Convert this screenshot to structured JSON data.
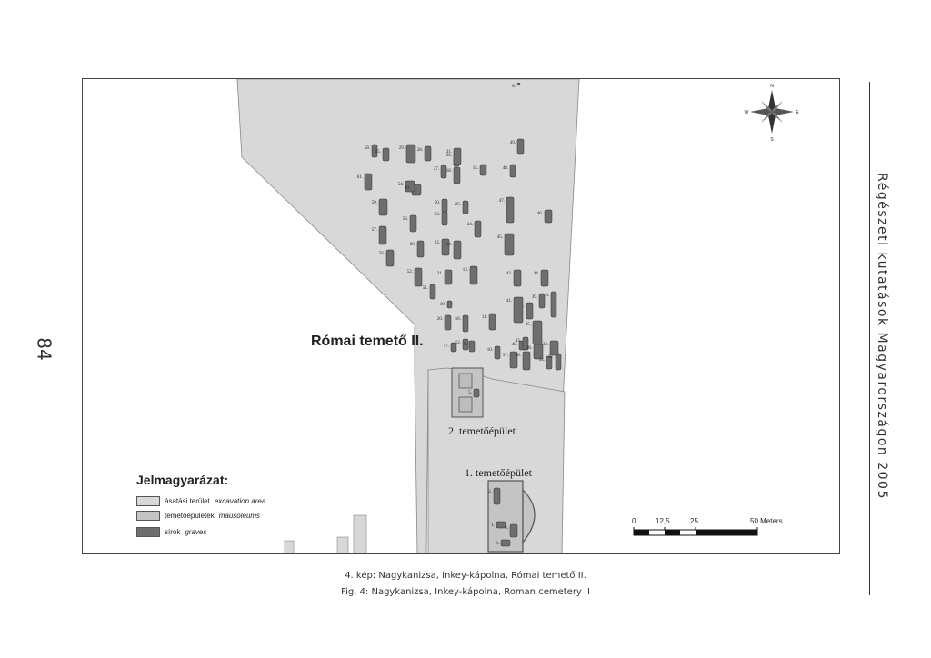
{
  "page_number": "84",
  "journal_title": "Régészeti kutatások Magyarországon 2005",
  "map": {
    "title": "Római temető II.",
    "building_labels": [
      "2. temetőépület",
      "1. temetőépület"
    ],
    "fill_colors": {
      "excavation": "#d8d8d8",
      "mausoleum": "#c4c4c4",
      "grave": "#6e6e6e",
      "background": "#ffffff"
    },
    "compass_letters": {
      "north": "N",
      "south": "S",
      "east": "E",
      "west": "W"
    },
    "grave_numbers": [
      "1.",
      "2.",
      "3.",
      "4.",
      "5.",
      "6.",
      "7.",
      "8.",
      "9.",
      "10.",
      "11.",
      "12.",
      "13.",
      "14.",
      "15.",
      "16.",
      "17.",
      "18.",
      "19.",
      "20.",
      "21.",
      "22.",
      "23.",
      "24.",
      "25.",
      "26.",
      "27.",
      "28.",
      "29.",
      "30.",
      "31.",
      "32.",
      "33.",
      "34.",
      "35.",
      "36.",
      "37.",
      "38.",
      "39.",
      "40.",
      "41.",
      "42.",
      "43.",
      "44.",
      "45.",
      "46.",
      "47.",
      "48.",
      "49.",
      "50.",
      "51.",
      "52.",
      "53.",
      "54.",
      "55.",
      "56.",
      "57.",
      "58.",
      "59.",
      "60.",
      "61."
    ]
  },
  "legend": {
    "title": "Jelmagyarázat:",
    "items": [
      {
        "hu": "ásatási terület",
        "en": "excavation area",
        "color": "#d8d8d8"
      },
      {
        "hu": "temetőépületek",
        "en": "mausoleums",
        "color": "#c4c4c4"
      },
      {
        "hu": "sírok",
        "en": "graves",
        "color": "#6e6e6e"
      }
    ]
  },
  "scale_bar": {
    "labels": [
      "0",
      "12,5",
      "25",
      "50 Meters"
    ]
  },
  "caption": {
    "hu": "4. kép: Nagykanizsa, Inkey-kápolna, Római temető II.",
    "en": "Fig. 4: Nagykanizsa, Inkey-kápolna, Roman cemetery II"
  }
}
